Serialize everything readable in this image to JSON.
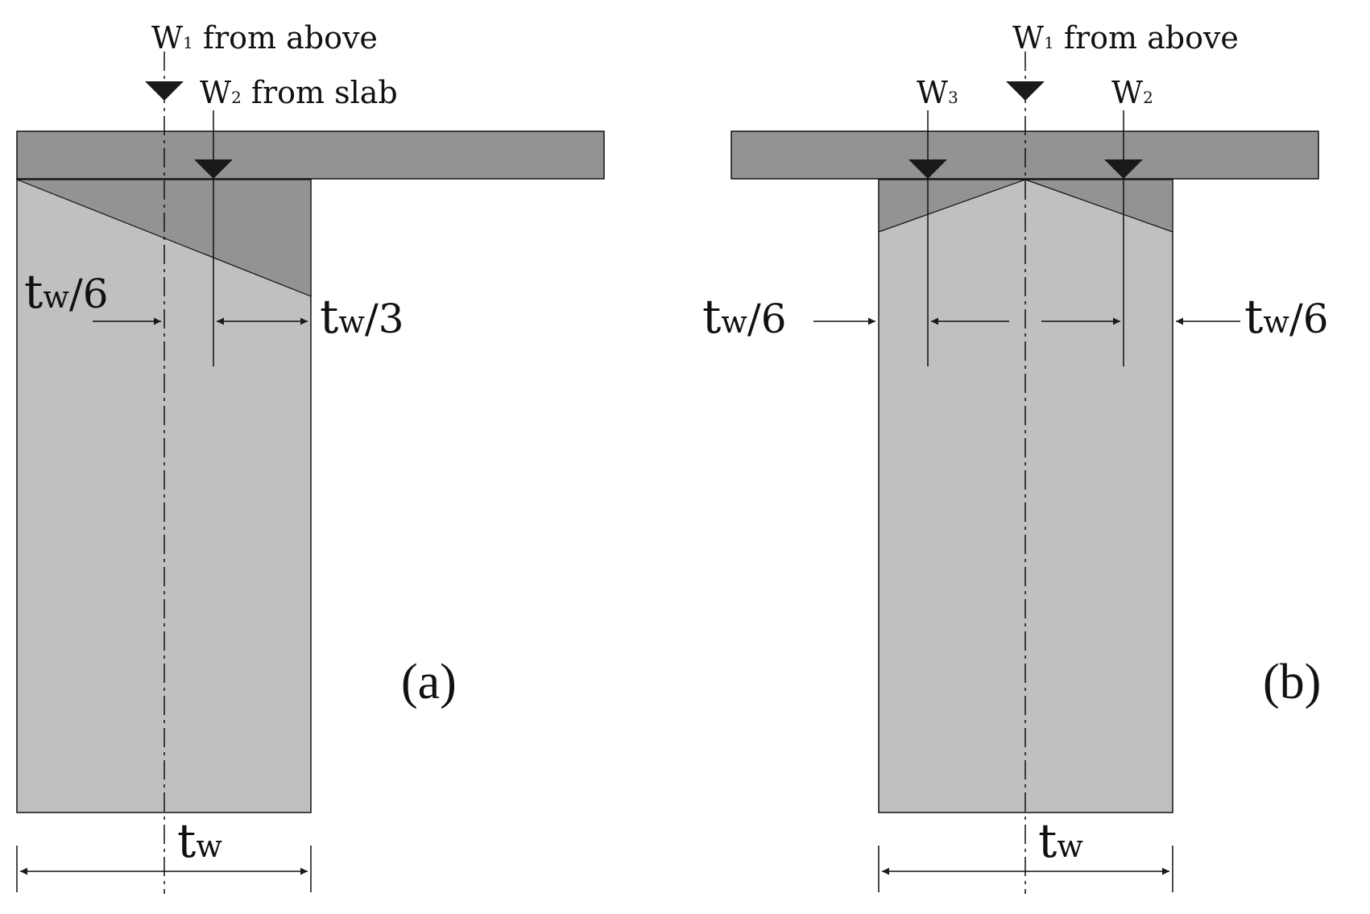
{
  "colors": {
    "slab": "#939393",
    "wall": "#c0c0c0",
    "stressed": "#939393",
    "stroke": "#111111",
    "arrow": "#1a1a1a"
  },
  "panel_a": {
    "caption": "(a)",
    "w1": {
      "main": "W",
      "sub": "1",
      "suffix": " from above"
    },
    "w2": {
      "main": "W",
      "sub": "2",
      "suffix": " from slab"
    },
    "dim_left": {
      "main": "t",
      "sub": "w",
      "suffix": "/6"
    },
    "dim_right": {
      "main": "t",
      "sub": "w",
      "suffix": "/3"
    },
    "width": {
      "main": "t",
      "sub": "w"
    }
  },
  "panel_b": {
    "caption": "(b)",
    "w1": {
      "main": "W",
      "sub": "1",
      "suffix": " from above"
    },
    "w2": {
      "main": "W",
      "sub": "2"
    },
    "w3": {
      "main": "W",
      "sub": "3"
    },
    "dim_left": {
      "main": "t",
      "sub": "w",
      "suffix": "/6"
    },
    "dim_right": {
      "main": "t",
      "sub": "w",
      "suffix": "/6"
    },
    "width": {
      "main": "t",
      "sub": "w"
    }
  }
}
